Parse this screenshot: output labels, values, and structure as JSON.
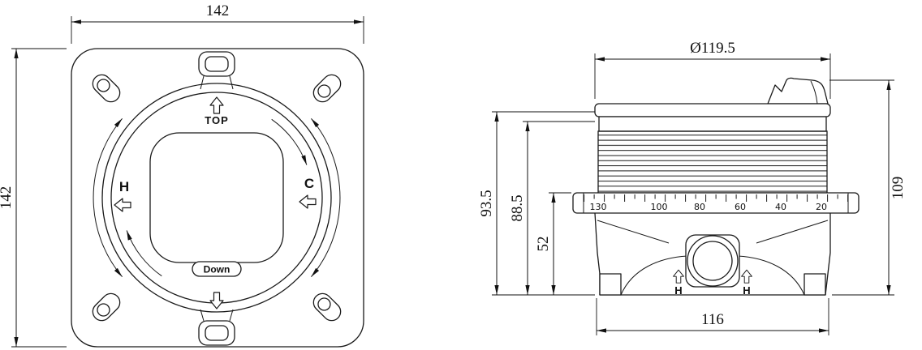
{
  "drawing": {
    "front_view": {
      "dim_top": "142",
      "dim_left": "142",
      "top_label": "TOP",
      "down_label": "Down",
      "hot_label": "H",
      "cold_label": "C"
    },
    "side_view": {
      "dim_diameter": "Ø119.5",
      "dim_height_total": "109",
      "dim_height_1": "93.5",
      "dim_height_2": "88.5",
      "dim_height_3": "52",
      "dim_width_bottom": "116",
      "ruler_values": [
        "130",
        "100",
        "80",
        "60",
        "40",
        "20"
      ],
      "hot_left_label": "H",
      "hot_right_label": "H"
    }
  }
}
